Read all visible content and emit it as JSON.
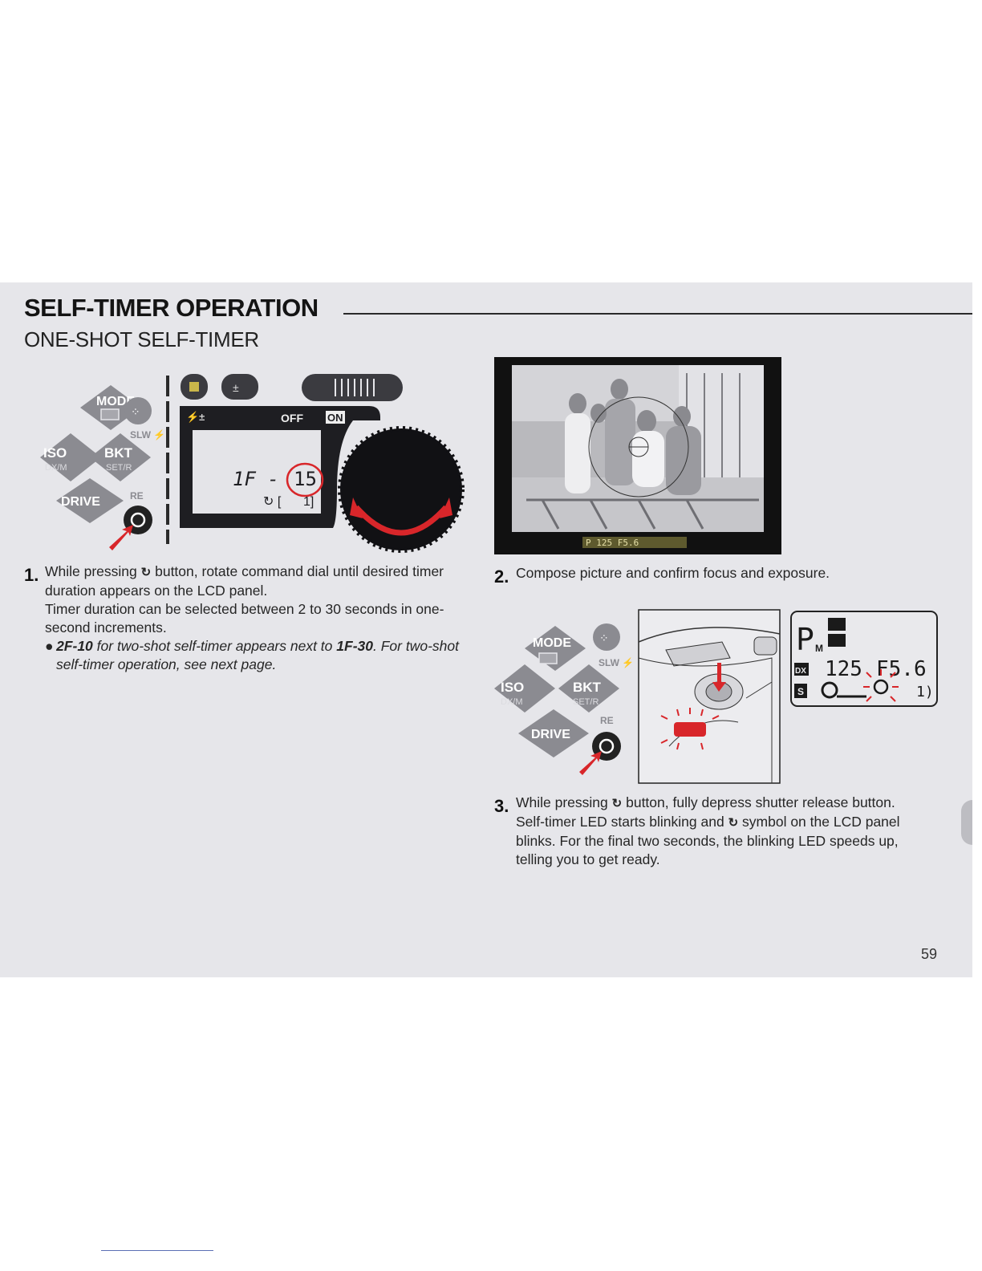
{
  "header": {
    "title": "SELF-TIMER OPERATION",
    "subtitle": "ONE-SHOT SELF-TIMER"
  },
  "controls": {
    "mode": "MODE",
    "iso": "ISO",
    "iso_sub": "DX/M",
    "bkt": "BKT",
    "bkt_sub": "SET/R",
    "drive": "DRIVE",
    "slw": "SLW\t",
    "re": "RE"
  },
  "lcd1": {
    "off_on_off": "OFF",
    "off_on_on": "ON",
    "readout_prefix": "1F -",
    "readout_value": "15"
  },
  "viewfinder": {
    "readout": "P  125  F5.6"
  },
  "lcd2": {
    "mode": "P",
    "mode_sub": "M",
    "shutter": "125",
    "aperture": "F5.6",
    "dx": "DX",
    "s": "S"
  },
  "steps": [
    {
      "num": "1.",
      "text_a": "While pressing",
      "text_b": "button, rotate command dial until desired timer duration appears on the LCD panel.",
      "text_c": "Timer duration can be selected between 2 to 30 seconds in one-second increments.",
      "note_a": "2F-10",
      "note_b": "for two-shot self-timer appears next to",
      "note_c": "1F-30",
      "note_d": ". For two-shot self-timer operation, see next page."
    },
    {
      "num": "2.",
      "text": "Compose picture and confirm focus and exposure."
    },
    {
      "num": "3.",
      "text_a": "While pressing",
      "text_b": "button, fully depress shutter release button.",
      "text_c": "Self-timer LED starts blinking and",
      "text_d": "symbol on the LCD panel blinks. For the final two seconds, the blinking LED speeds up, telling you to get ready."
    }
  ],
  "timer_symbol": "↻",
  "page_number": "59",
  "colors": {
    "page_bg": "#e6e6ea",
    "accent_red": "#d8262a",
    "lcd_bg": "#e9e9ec",
    "button_grey": "#8a8a90"
  }
}
